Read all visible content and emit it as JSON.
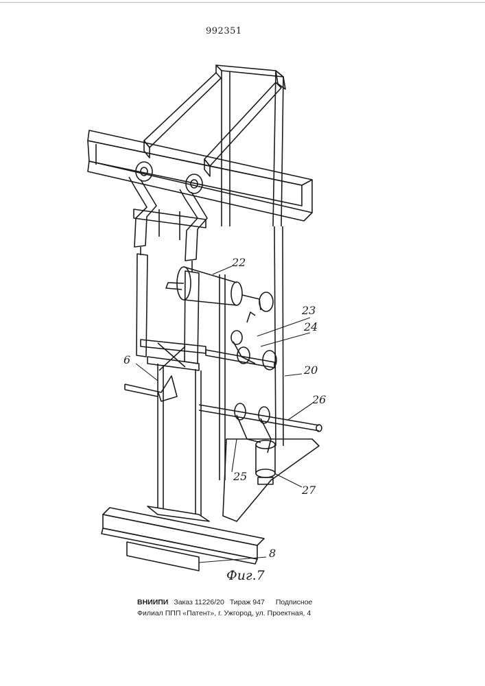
{
  "header": {
    "patent_number": "992351"
  },
  "drawing": {
    "callouts": [
      "22",
      "23",
      "24",
      "6",
      "20",
      "26",
      "25",
      "27",
      "8"
    ],
    "figure_caption": "Фиг.7"
  },
  "footer": {
    "publisher": "ВНИИПИ",
    "order": "Заказ 11226/20",
    "print_run": "Тираж 947",
    "subscription": "Подписное",
    "branch_address": "Филиал ППП «Патент», г. Ужгород, ул. Проектная, 4"
  }
}
